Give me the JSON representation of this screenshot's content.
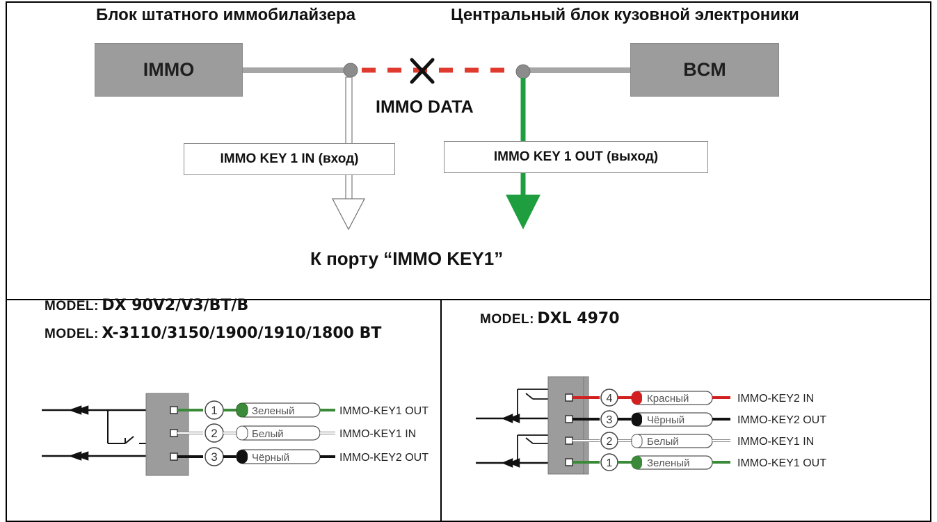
{
  "top": {
    "left_title": "Блок штатного иммобилайзера",
    "right_title": "Центральный блок кузовной электроники",
    "immo_box": "IMMO",
    "bcm_box": "BCM",
    "immo_data": "IMMO DATA",
    "key_in_label": "IMMO KEY 1 IN (вход)",
    "key_out_label": "IMMO KEY 1 OUT (выход)",
    "port_label": "К порту “IMMO KEY1”"
  },
  "left_panel": {
    "model_prefix": "MODEL:",
    "model1": "DX 90V2/V3/BT/B",
    "model2": "X-3110/3150/1900/1910/1800 BT",
    "pins": [
      {
        "num": "1",
        "color_name": "Зеленый",
        "signal": "IMMO-KEY1 OUT",
        "color": "#3a8a3a"
      },
      {
        "num": "2",
        "color_name": "Белый",
        "signal": "IMMO-KEY1 IN",
        "color": "#ffffff"
      },
      {
        "num": "3",
        "color_name": "Чёрный",
        "signal": "IMMO-KEY2 OUT",
        "color": "#111111"
      }
    ]
  },
  "right_panel": {
    "model_prefix": "MODEL:",
    "model": "DXL 4970",
    "pins": [
      {
        "num": "4",
        "color_name": "Красный",
        "signal": "IMMO-KEY2 IN",
        "color": "#d21f1f"
      },
      {
        "num": "3",
        "color_name": "Чёрный",
        "signal": "IMMO-KEY2 OUT",
        "color": "#111111"
      },
      {
        "num": "2",
        "color_name": "Белый",
        "signal": "IMMO-KEY1 IN",
        "color": "#ffffff"
      },
      {
        "num": "1",
        "color_name": "Зеленый",
        "signal": "IMMO-KEY1 OUT",
        "color": "#3a8a3a"
      }
    ]
  },
  "colors": {
    "green_line": "#1f9e3f",
    "red_dash": "#e03a2e",
    "gray_box": "#9c9c9c"
  }
}
